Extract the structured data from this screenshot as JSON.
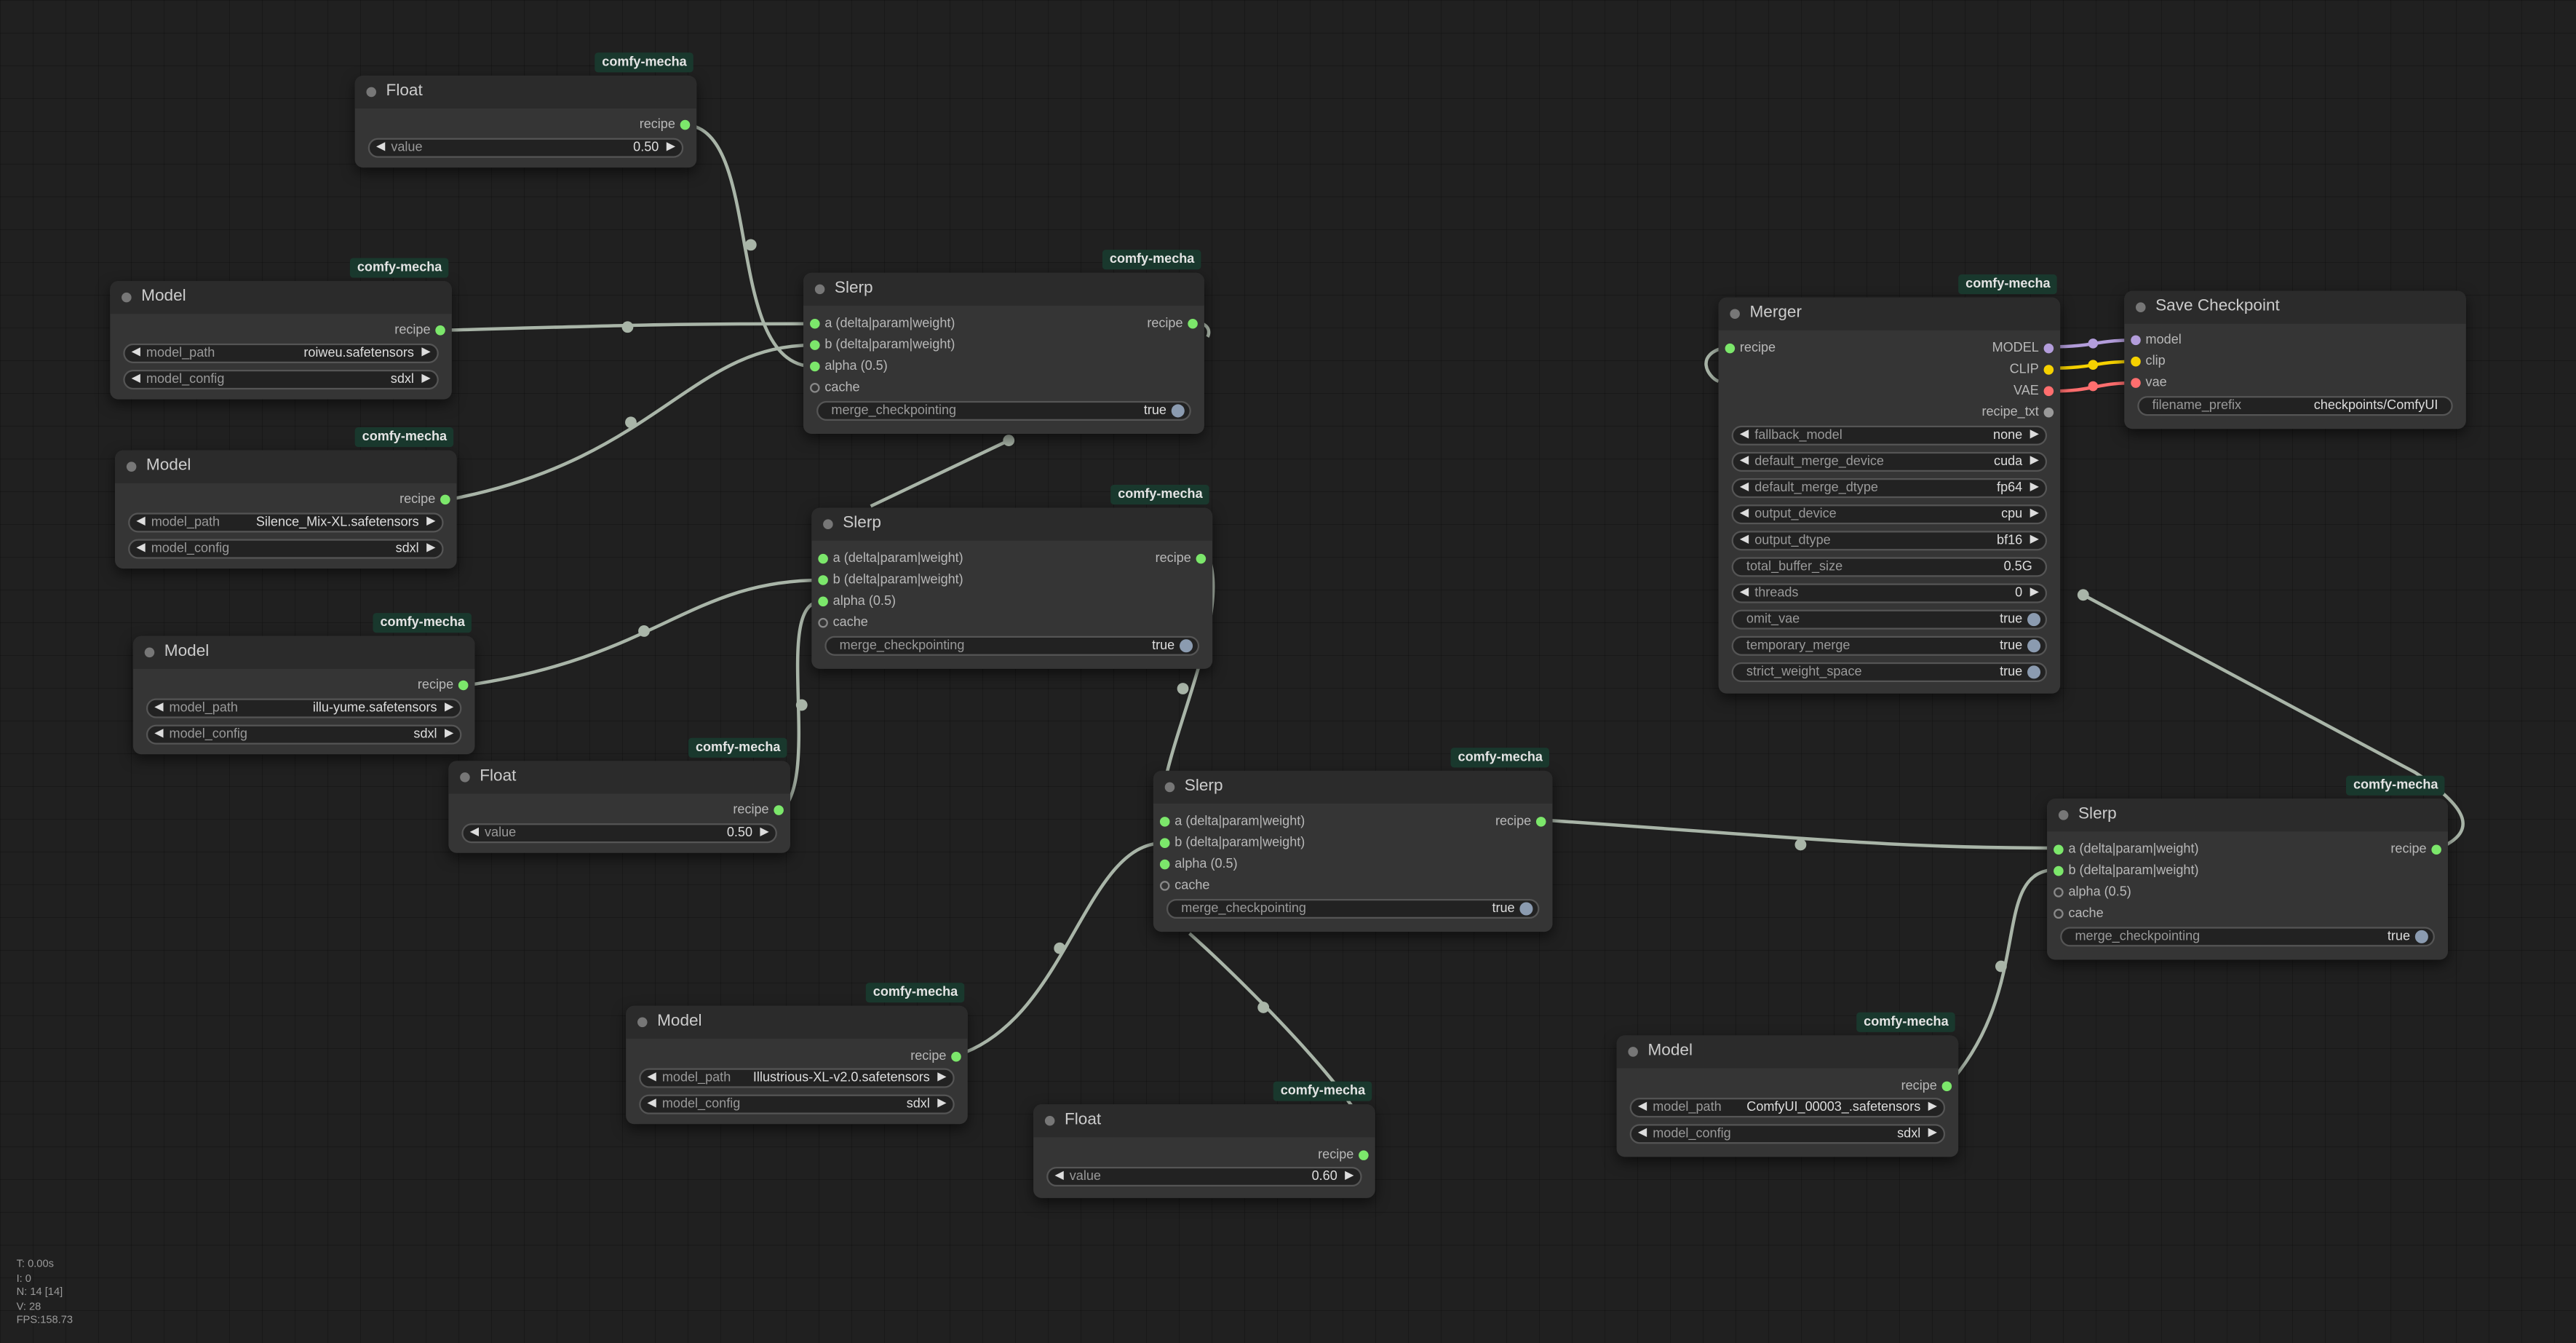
{
  "badge": "comfy-mecha",
  "stats": {
    "t": "T: 0.00s",
    "i": "I: 0",
    "n": "N: 14 [14]",
    "v": "V: 28",
    "fps": "FPS:158.73"
  },
  "labels": {
    "recipe": "recipe",
    "value": "value",
    "model_path": "model_path",
    "model_config": "model_config",
    "slerp_a": "a (delta|param|weight)",
    "slerp_b": "b (delta|param|weight)",
    "alpha": "alpha (0.5)",
    "cache": "cache",
    "merge_checkpointing": "merge_checkpointing",
    "true": "true"
  },
  "nodes": {
    "float1": {
      "title": "Float",
      "value": "0.50"
    },
    "float2": {
      "title": "Float",
      "value": "0.50"
    },
    "float3": {
      "title": "Float",
      "value": "0.60"
    },
    "model1": {
      "title": "Model",
      "model_path": "roiweu.safetensors",
      "model_config": "sdxl"
    },
    "model2": {
      "title": "Model",
      "model_path": "Silence_Mix-XL.safetensors",
      "model_config": "sdxl"
    },
    "model3": {
      "title": "Model",
      "model_path": "illu-yume.safetensors",
      "model_config": "sdxl"
    },
    "model4": {
      "title": "Model",
      "model_path": "Illustrious-XL-v2.0.safetensors",
      "model_config": "sdxl"
    },
    "model5": {
      "title": "Model",
      "model_path": "ComfyUI_00003_.safetensors",
      "model_config": "sdxl"
    },
    "slerp1": {
      "title": "Slerp"
    },
    "slerp2": {
      "title": "Slerp"
    },
    "slerp3": {
      "title": "Slerp"
    },
    "slerp4": {
      "title": "Slerp"
    },
    "merger": {
      "title": "Merger",
      "outputs": {
        "model": "MODEL",
        "clip": "CLIP",
        "vae": "VAE",
        "recipe_txt": "recipe_txt"
      },
      "fallback_model": {
        "label": "fallback_model",
        "value": "none"
      },
      "default_merge_device": {
        "label": "default_merge_device",
        "value": "cuda"
      },
      "default_merge_dtype": {
        "label": "default_merge_dtype",
        "value": "fp64"
      },
      "output_device": {
        "label": "output_device",
        "value": "cpu"
      },
      "output_dtype": {
        "label": "output_dtype",
        "value": "bf16"
      },
      "total_buffer_size": {
        "label": "total_buffer_size",
        "value": "0.5G"
      },
      "threads": {
        "label": "threads",
        "value": "0"
      },
      "omit_vae": {
        "label": "omit_vae",
        "value": "true"
      },
      "temporary_merge": {
        "label": "temporary_merge",
        "value": "true"
      },
      "strict_weight_space": {
        "label": "strict_weight_space",
        "value": "true"
      }
    },
    "save": {
      "title": "Save Checkpoint",
      "inputs": {
        "model": "model",
        "clip": "clip",
        "vae": "vae"
      },
      "filename_prefix": {
        "label": "filename_prefix",
        "value": "checkpoints/ComfyUI"
      }
    }
  },
  "colors": {
    "link": "#a9b5a8",
    "socket": "#7ce76b",
    "model": "#b39ddb",
    "clip": "#f5d100",
    "vae": "#ff6e6e",
    "badge_bg": "#19382d"
  }
}
